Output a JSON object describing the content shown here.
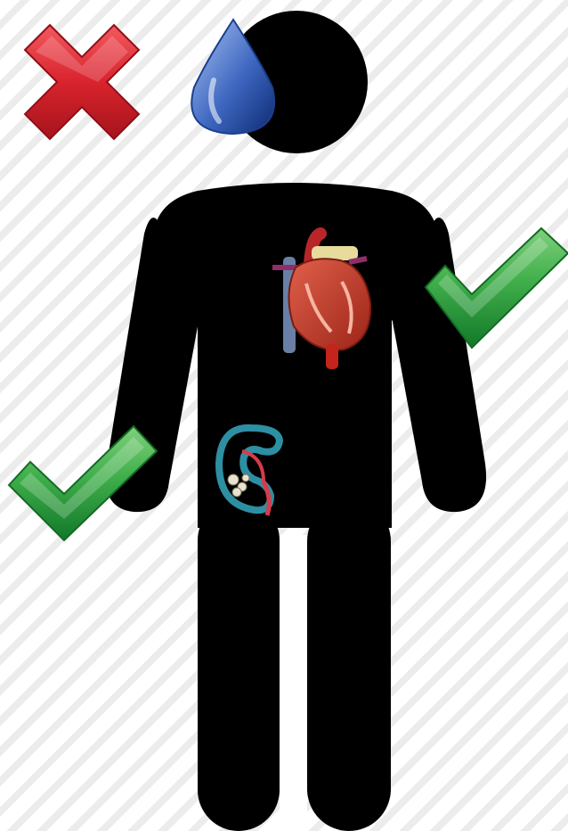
{
  "figure": {
    "background": "diagonal-stripes",
    "colors": {
      "silhouette": "#000000",
      "stripe": "#ececec",
      "cross": "#d9232d",
      "check": "#2e9a3c",
      "drop": "#1b3f8f",
      "heart": "#c8382a",
      "kidney": "#2e8fa3"
    }
  },
  "icons": {
    "cross": {
      "name": "cross-icon",
      "meaning": "negative"
    },
    "drop": {
      "name": "water-drop-icon"
    },
    "heart": {
      "name": "heart-icon"
    },
    "kidney": {
      "name": "kidney-icon"
    },
    "check_right": {
      "name": "check-icon",
      "meaning": "positive"
    },
    "check_left": {
      "name": "check-icon",
      "meaning": "positive"
    }
  }
}
